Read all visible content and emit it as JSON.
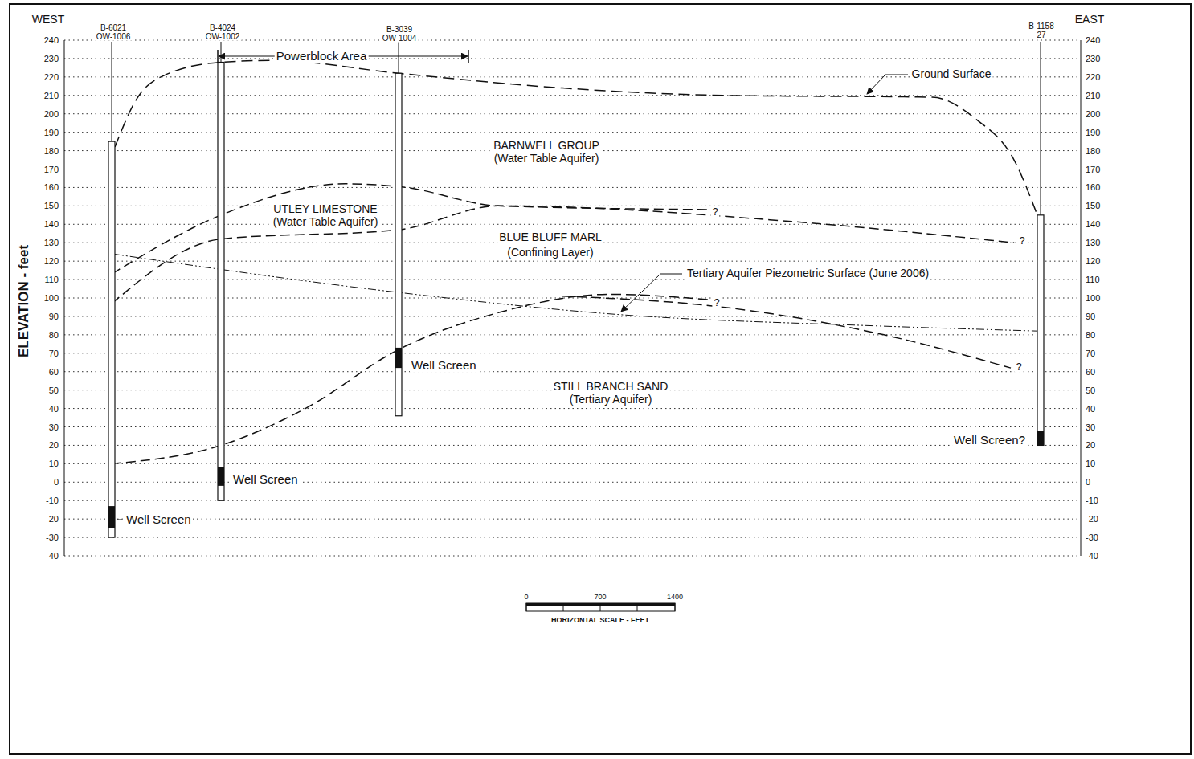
{
  "diagram": {
    "labels": [
      "WEST",
      "EAST",
      "B-6021",
      "OW-1006",
      "B-4024",
      "OW-1002",
      "B-3039",
      "OW-1004",
      "B-1158",
      "27",
      "Powerblock Area",
      "Ground Surface",
      "BARNWELL GROUP",
      "(Water Table Aquifer)",
      "UTLEY LIMESTONE",
      "(Water Table Aquifer)",
      "BLUE BLUFF MARL",
      "(Confining Layer)",
      "Tertiary Aquifer Piezometric Surface (June 2006)",
      "STILL BRANCH SAND",
      "(Tertiary Aquifer)",
      "Well Screen",
      "Well Screen",
      "Well Screen",
      "Well Screen?",
      "?",
      "?",
      "?",
      "?",
      "ELEVATION - feet",
      "240",
      "230",
      "220",
      "210",
      "200",
      "190",
      "180",
      "170",
      "160",
      "150",
      "140",
      "130",
      "120",
      "110",
      "100",
      "90",
      "80",
      "70",
      "60",
      "50",
      "40",
      "30",
      "20",
      "10",
      "0",
      "-10",
      "-20",
      "-30",
      "-40",
      "240",
      "230",
      "220",
      "210",
      "200",
      "190",
      "180",
      "170",
      "160",
      "150",
      "140",
      "130",
      "120",
      "110",
      "100",
      "90",
      "80",
      "70",
      "60",
      "50",
      "40",
      "30",
      "20",
      "10",
      "0",
      "-10",
      "-20",
      "-30",
      "-40",
      "0",
      "700",
      "1400",
      "HORIZONTAL SCALE - FEET"
    ]
  }
}
